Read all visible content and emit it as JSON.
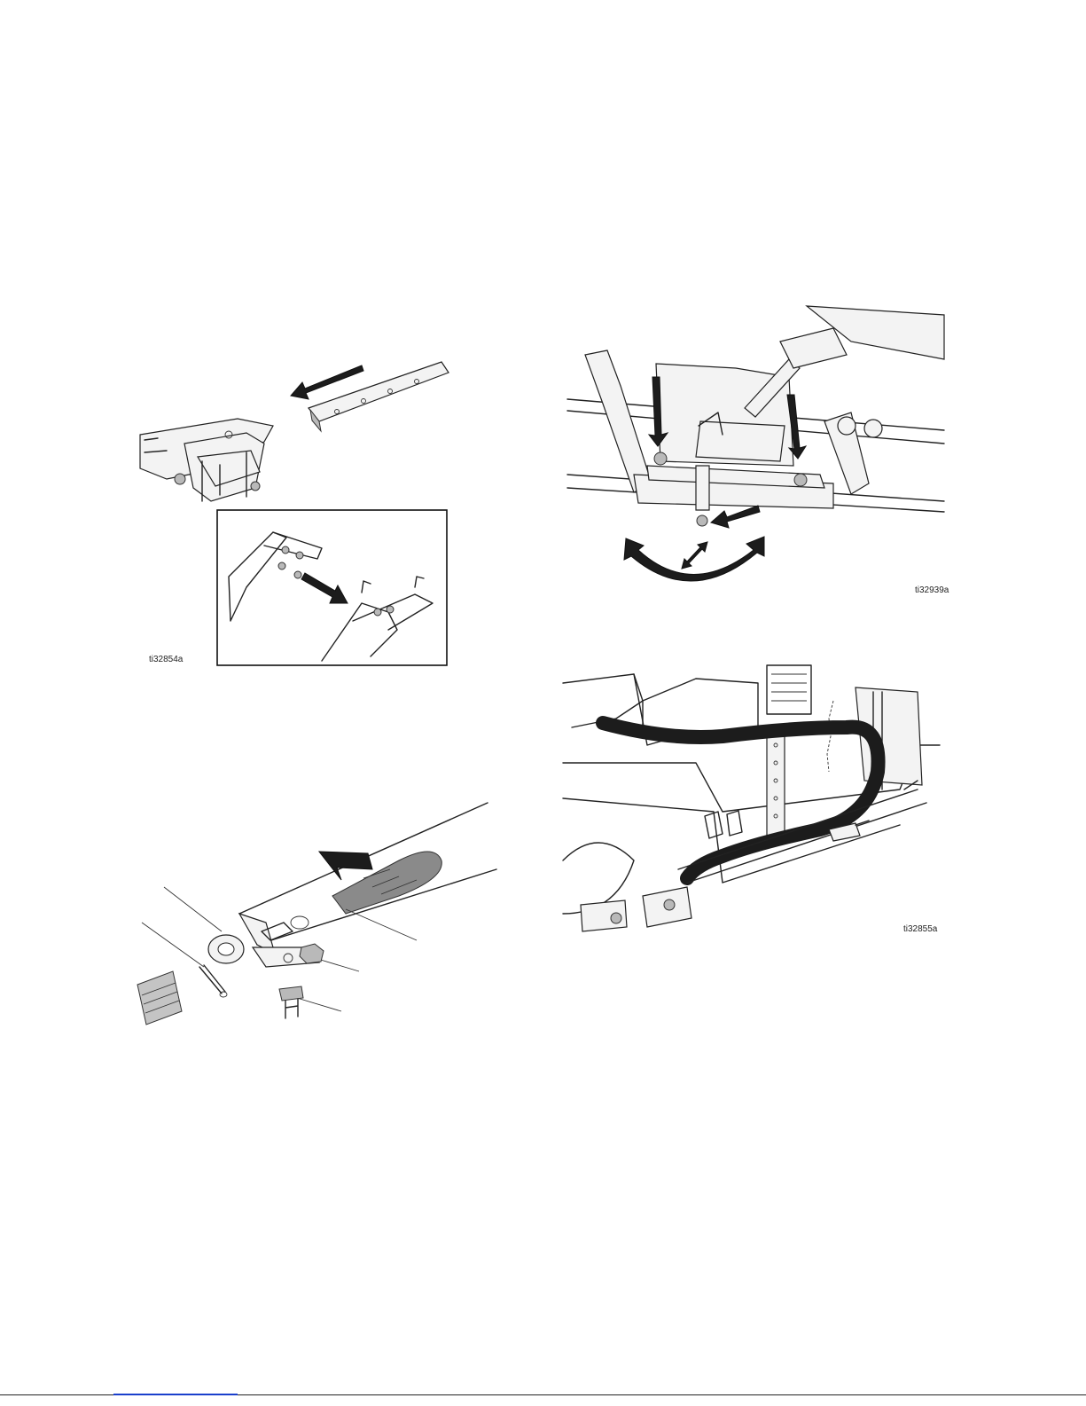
{
  "figures": {
    "fig1": {
      "id_label": "ti32854a"
    },
    "fig2": {
      "id_label": "ti32939a"
    },
    "fig4": {
      "id_label": "ti32855a"
    }
  },
  "icons": {
    "direction_arrow": "black-arrow-icon",
    "rotate_arrow": "curved-double-arrow-icon",
    "adjust_arrow": "double-headed-arrow-icon"
  },
  "colors": {
    "ink": "#222222",
    "hose": "#1c1c1c",
    "footer_link": "#1a3fcc"
  }
}
